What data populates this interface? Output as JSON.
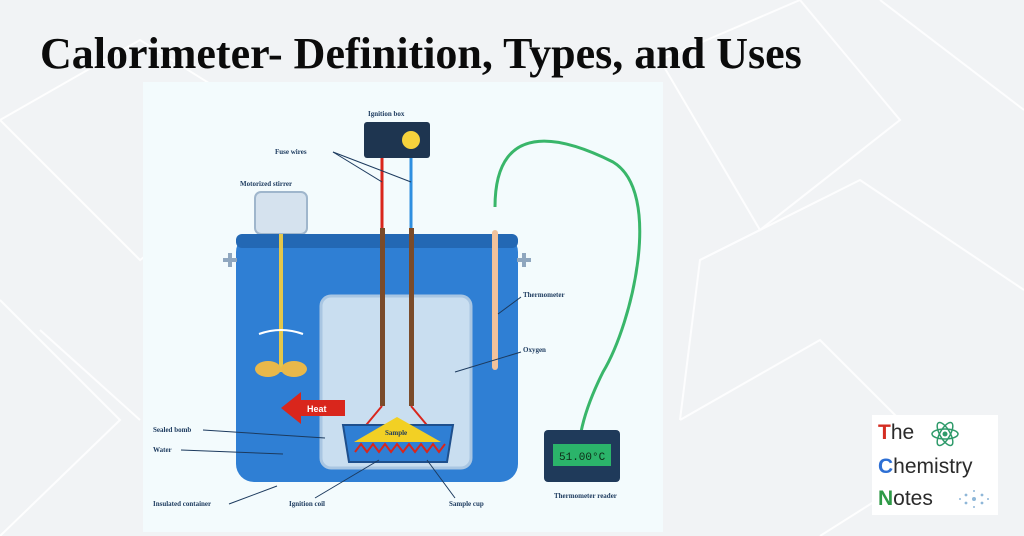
{
  "page": {
    "title": "Calorimeter- Definition, Types, and Uses"
  },
  "diagram": {
    "labels": {
      "ignition_box": "Ignition box",
      "fuse_wires": "Fuse wires",
      "motorized_stirrer": "Motorized stirrer",
      "thermometer": "Thermometer",
      "oxygen": "Oxygen",
      "heat": "Heat",
      "sample": "Sample",
      "sealed_bomb": "Sealed bomb",
      "water": "Water",
      "insulated_container": "Insulated container",
      "ignition_coil": "Ignition coil",
      "sample_cup": "Sample cup",
      "thermometer_reader": "Thermometer reader",
      "reader_display": "51.00°C"
    },
    "colors": {
      "container": "#2f7fd4",
      "bomb": "#c9def0",
      "heat_arrow": "#d9261c",
      "sample": "#f2d024",
      "display": "#1f3a5a",
      "cable": "#39b66a"
    }
  },
  "logo": {
    "lines": [
      {
        "first": "T",
        "rest": "he"
      },
      {
        "first": "C",
        "rest": "hemistry"
      },
      {
        "first": "N",
        "rest": "otes"
      }
    ],
    "colors": {
      "t": "#d42d22",
      "c": "#2d6fd4",
      "n": "#2e9a47"
    },
    "icons": [
      "atom-icon",
      "molecule-dots-icon"
    ]
  }
}
